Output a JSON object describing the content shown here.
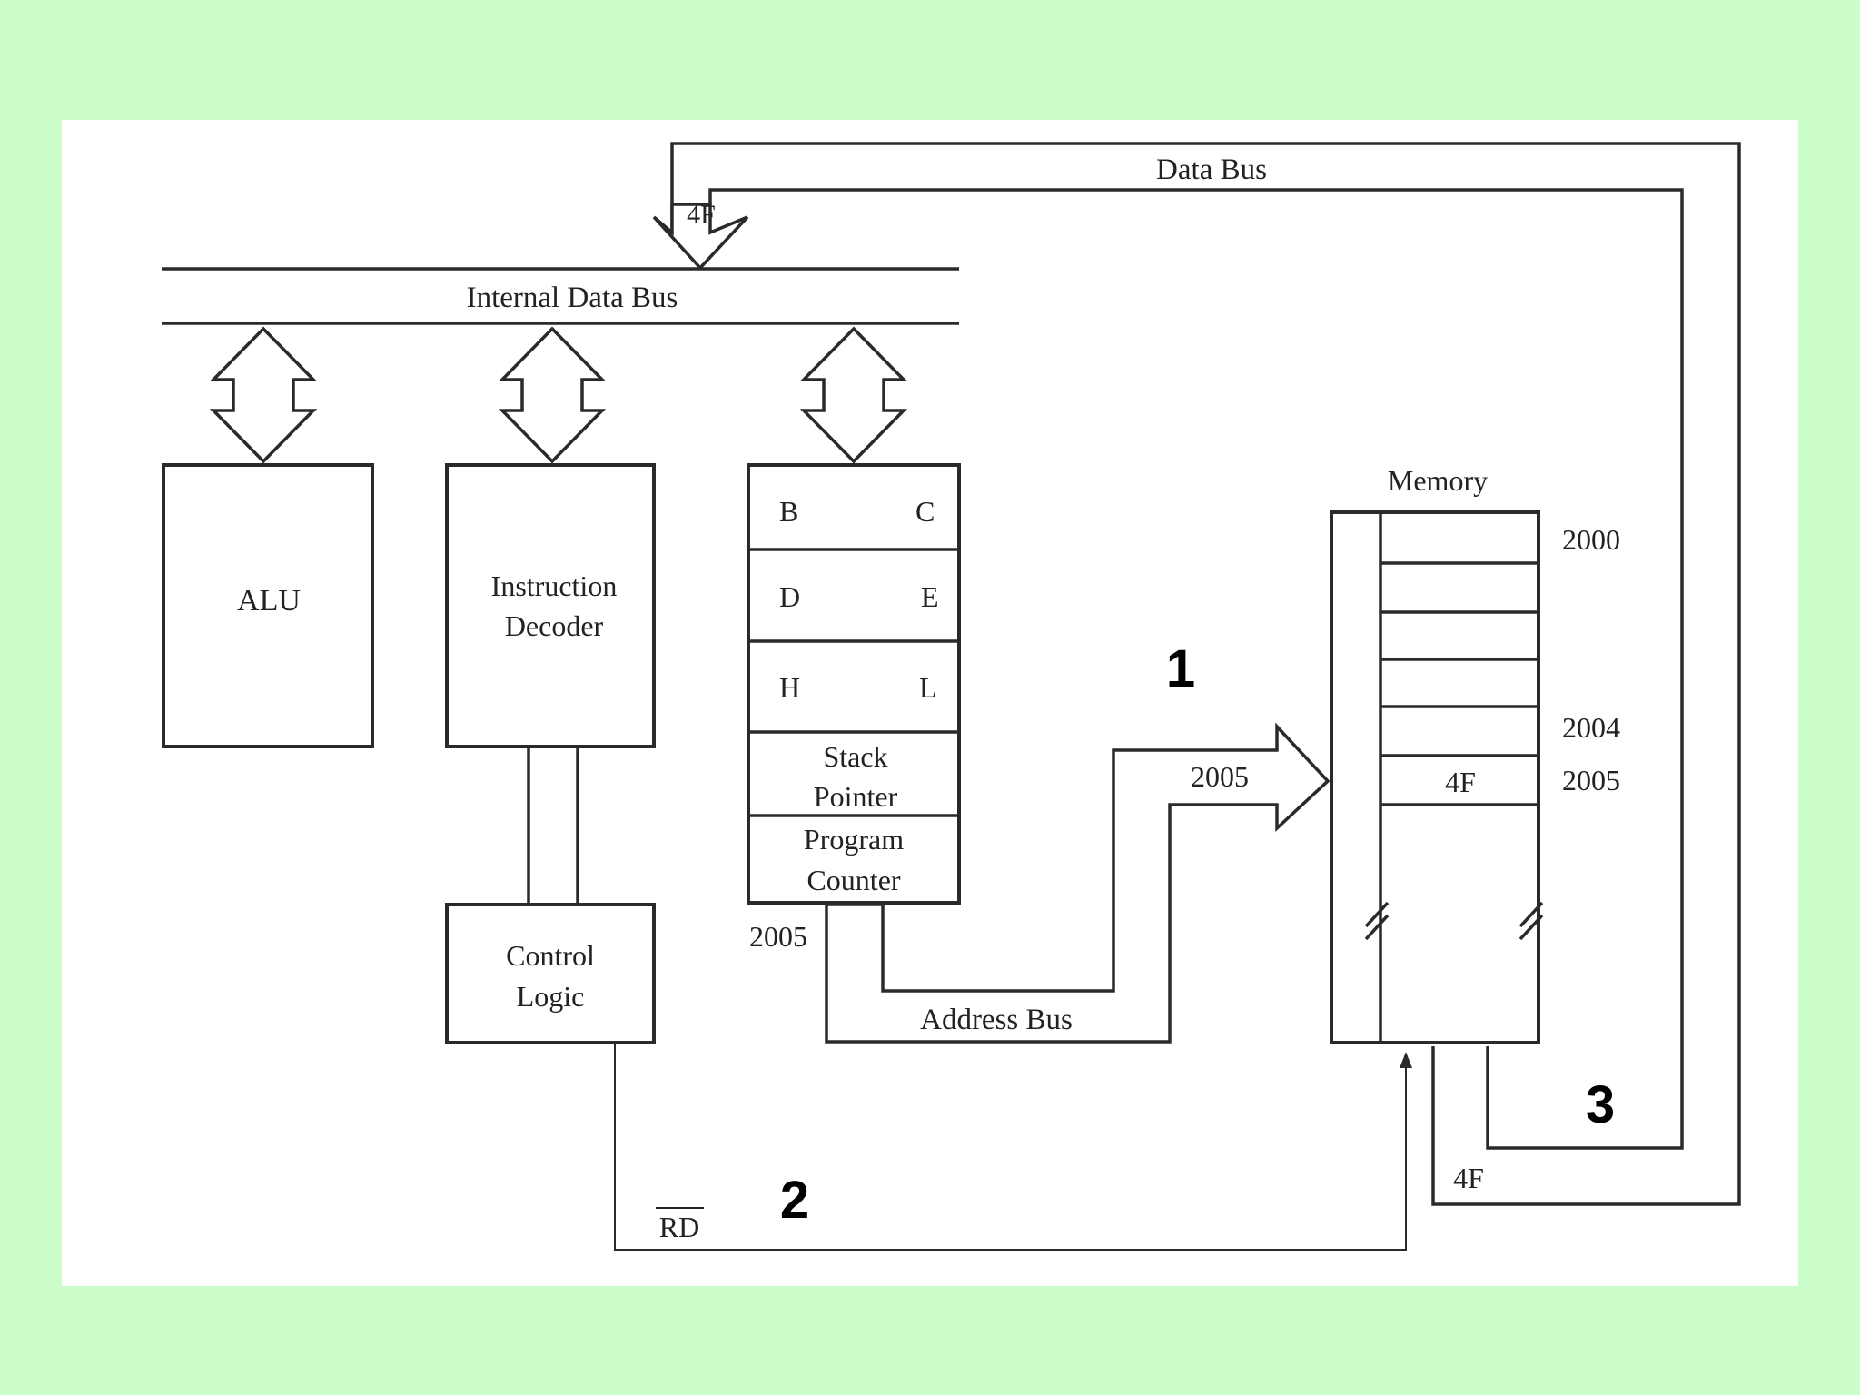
{
  "buses": {
    "data_bus": "Data Bus",
    "internal_data_bus": "Internal Data Bus",
    "address_bus": "Address Bus",
    "data_in_value": "4F",
    "data_out_value": "4F",
    "address_value": "2005",
    "pc_value": "2005"
  },
  "blocks": {
    "alu": "ALU",
    "decoder_line1": "Instruction",
    "decoder_line2": "Decoder",
    "control_line1": "Control",
    "control_line2": "Logic",
    "read_signal": "RD"
  },
  "registers": {
    "b": "B",
    "c": "C",
    "d": "D",
    "e": "E",
    "h": "H",
    "l": "L",
    "sp_line1": "Stack",
    "sp_line2": "Pointer",
    "pc_line1": "Program",
    "pc_line2": "Counter"
  },
  "memory": {
    "title": "Memory",
    "addr_2000": "2000",
    "addr_2004": "2004",
    "addr_2005": "2005",
    "cell_2005_value": "4F"
  },
  "steps": [
    "1",
    "2",
    "3"
  ],
  "colors": {
    "background": "#ccfecc",
    "panel": "#ffffff",
    "ink": "#2a2a2a"
  }
}
